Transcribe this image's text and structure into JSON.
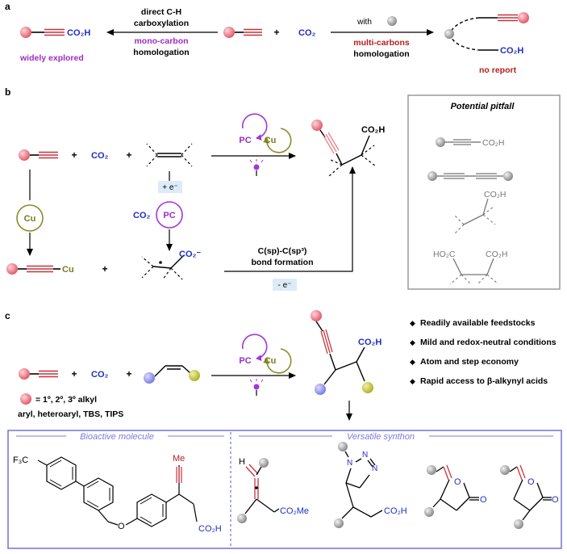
{
  "colors": {
    "alkyne_red": "#c8323c",
    "pink_ball": "#ef7f8c",
    "blue_text": "#1f2fbf",
    "purple": "#9b2ec2",
    "dark_red": "#b41e1e",
    "olive": "#7b7b1f",
    "pc_purple": "#a236d8",
    "cu_olive": "#8c8c28",
    "box_blue": "#7b7be0",
    "gray": "#8c8c8c",
    "light_blue_bg": "#dcebf8"
  },
  "icons": [
    "pink-ball-icon",
    "gray-ball-icon",
    "blue-ball-icon",
    "yellow-ball-icon",
    "lamp-icon",
    "pc-cycle-icon",
    "cu-cycle-icon",
    "bullet-diamond-icon"
  ],
  "panel_a": {
    "label": "a",
    "left_arrow_top": [
      "direct C-H",
      "carboxylation"
    ],
    "left_arrow_bottom_1": "mono-carbon",
    "left_arrow_bottom_2": "homologation",
    "left_product_co2h": "CO₂H",
    "left_caption": "widely explored",
    "plus": "+",
    "co2": "CO₂",
    "right_arrow_top": "with",
    "right_arrow_bottom_1": "multi-carbons",
    "right_arrow_bottom_2": "homologation",
    "right_product_co2h": "CO₂H",
    "right_caption": "no report"
  },
  "panel_b": {
    "label": "b",
    "plus": "+",
    "co2": "CO₂",
    "pc": "PC",
    "cu": "Cu",
    "plus_e": "+ e⁻",
    "minus_e": "- e⁻",
    "co2_minus": "CO₂⁻",
    "product_co2h": "CO₂H",
    "cu_label": "Cu",
    "bond_line_1": "C(sp)-C(sp³)",
    "bond_line_2": "bond formation",
    "pitfall_title": "Potential pitfall",
    "pitfall_co2h_1": "CO₂H",
    "pitfall_co2h_2": "CO₂H",
    "pitfall_ho2c": "HO₂C",
    "pitfall_co2h_3": "CO₂H"
  },
  "panel_c": {
    "label": "c",
    "plus": "+",
    "co2": "CO₂",
    "pc": "PC",
    "cu": "Cu",
    "r_def_1": "= 1º, 2º, 3º alkyl",
    "r_def_2": "aryl, heteroaryl, TBS, TIPS",
    "product_co2h": "CO₂H",
    "features": [
      "Readily available feedstocks",
      "Mild and redox-neutral conditions",
      "Atom and step economy",
      "Rapid access to β-alkynyl acids"
    ],
    "bioactive_title": "Bioactive molecule",
    "synthon_title": "Versatile synthon",
    "f3c": "F₃C",
    "o_atom": "O",
    "me": "Me",
    "bio_co2h": "CO₂H",
    "allene_h": "H",
    "allene_ester": "CO₂Me",
    "triazole_n1": "N",
    "triazole_n2": "N",
    "triazole_n3": "N",
    "triazole_co2h": "CO₂H",
    "lactone1_o_ring": "O",
    "lactone1_o": "O",
    "lactone2_o_ring": "O",
    "lactone2_o": "O"
  }
}
